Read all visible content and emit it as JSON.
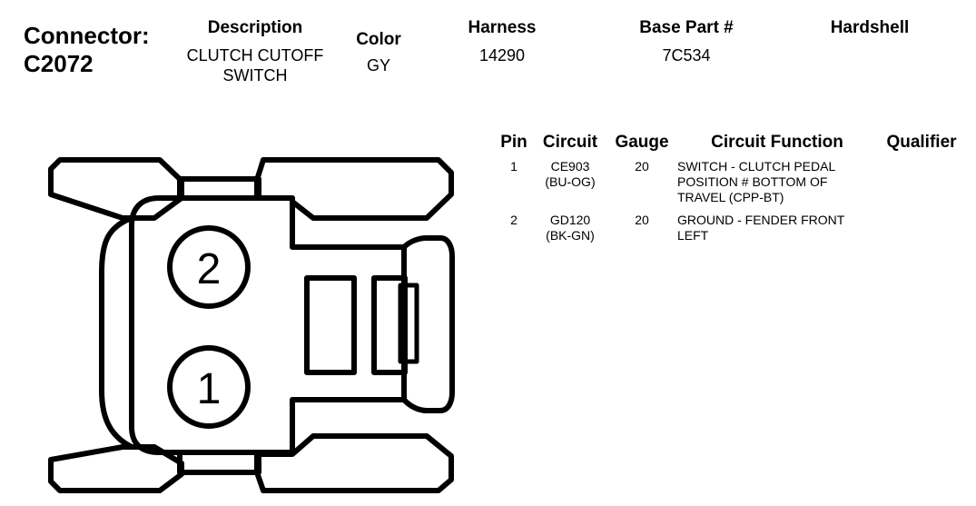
{
  "header": {
    "connector_label": "Connector:",
    "connector_id": "C2072",
    "description_label": "Description",
    "description_line1": "CLUTCH CUTOFF",
    "description_line2": "SWITCH",
    "color_label": "Color",
    "color_value": "GY",
    "harness_label": "Harness",
    "harness_value": "14290",
    "base_part_label": "Base Part #",
    "base_part_value": "7C534",
    "hardshell_label": "Hardshell"
  },
  "pin_table": {
    "columns": [
      "Pin",
      "Circuit",
      "Gauge",
      "Circuit Function",
      "Qualifier"
    ],
    "rows": [
      {
        "pin": "1",
        "circuit": "CE903",
        "circuit_color": "(BU-OG)",
        "gauge": "20",
        "function_lines": [
          "SWITCH - CLUTCH PEDAL",
          "POSITION # BOTTOM OF",
          "TRAVEL (CPP-BT)"
        ],
        "qualifier": ""
      },
      {
        "pin": "2",
        "circuit": "GD120",
        "circuit_color": "(BK-GN)",
        "gauge": "20",
        "function_lines": [
          "GROUND - FENDER FRONT",
          "LEFT"
        ],
        "qualifier": ""
      }
    ]
  },
  "diagram": {
    "pin_labels": [
      "2",
      "1"
    ],
    "stroke_color": "#000000"
  }
}
